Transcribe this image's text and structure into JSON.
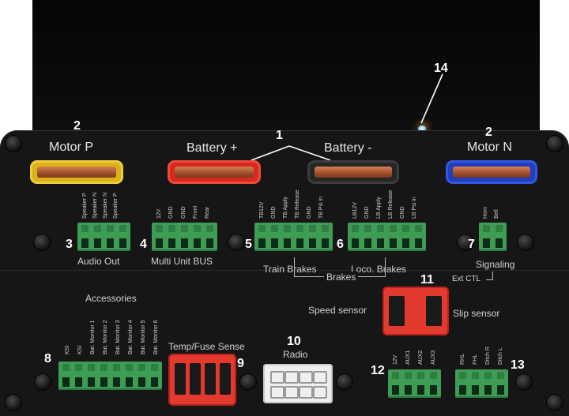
{
  "callouts": {
    "n1": "1",
    "n2a": "2",
    "n2b": "2",
    "n3": "3",
    "n4": "4",
    "n5": "5",
    "n6": "6",
    "n7": "7",
    "n8": "8",
    "n9": "9",
    "n10": "10",
    "n11": "11",
    "n12": "12",
    "n13": "13",
    "n14": "14"
  },
  "power": {
    "motor_p": "Motor P",
    "battery_plus": "Battery +",
    "battery_minus": "Battery -",
    "motor_n": "Motor N"
  },
  "connectors": {
    "audio_out": {
      "label": "Audio Out",
      "pins": [
        "Speaker P",
        "Speaker N",
        "Speaker N",
        "Speaker P"
      ]
    },
    "multi_unit": {
      "label": "Multi Unit BUS",
      "pins": [
        "12V",
        "GND",
        "GND",
        "Front",
        "Rear"
      ]
    },
    "train_brakes": {
      "label": "Train Brakes",
      "pins": [
        "TB12V",
        "GND",
        "TB Apply",
        "TB Release",
        "GND",
        "TB Psi in"
      ]
    },
    "loco_brakes": {
      "label": "Loco. Brakes",
      "pins": [
        "LB12V",
        "GND",
        "LB Apply",
        "LB Release",
        "GND",
        "LB Psi in"
      ]
    },
    "brakes": "Brakes",
    "signaling": {
      "label": "Signaling",
      "pins": [
        "Horn",
        "Bell"
      ]
    },
    "ext_ctl": "Ext CTL",
    "speed_sensor": "Speed sensor",
    "slip_sensor": "Slip sensor",
    "accessories": {
      "label": "Accessories",
      "pins": [
        "KSI",
        "KSI",
        "Bat. Monitor 1",
        "Bat. Monitor 2",
        "Bat. Monitor 3",
        "Bat. Monitor 4",
        "Bat. Monitor 5",
        "Bat. Monitor 6"
      ]
    },
    "temp_fuse": "Temp/Fuse Sense",
    "radio": "Radio",
    "aux": {
      "pins": [
        "12V",
        "AUX1",
        "AUX2",
        "AUX3"
      ]
    },
    "lights": {
      "pins": [
        "RHL",
        "FHL",
        "Ditch R",
        "Ditch L"
      ]
    }
  },
  "colors": {
    "motor_p": "#d9b319",
    "battery_plus": "#d8291f",
    "battery_minus": "#2a2a2a",
    "motor_n": "#1f3fbf",
    "terminal": "#3e9c55",
    "sensor_plug": "#e23a2f",
    "radio_plug": "#efefef"
  }
}
